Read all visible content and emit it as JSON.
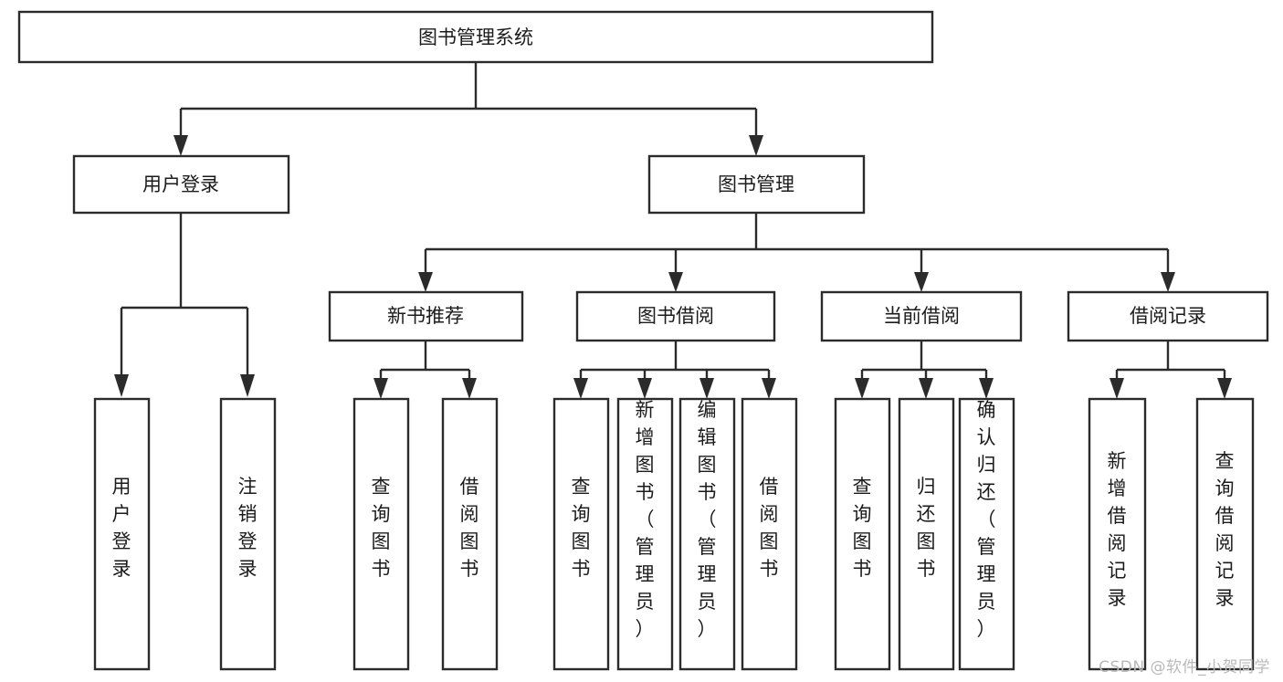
{
  "diagram": {
    "title": "图书管理系统",
    "type": "hierarchy-tree",
    "watermark": "CSDN @软件_小贺同学",
    "colors": {
      "background": "#ffffff",
      "box_stroke": "#2b2b2b",
      "box_fill": "#ffffff",
      "text": "#1b1b1b",
      "watermark_text": "#b9b9b9"
    },
    "levels": [
      {
        "level": 1,
        "orientation": "horizontal",
        "nodes": [
          {
            "id": "root",
            "label": "图书管理系统"
          }
        ]
      },
      {
        "level": 2,
        "orientation": "horizontal",
        "nodes": [
          {
            "id": "user-login",
            "label": "用户登录",
            "parent": "root"
          },
          {
            "id": "book-manage",
            "label": "图书管理",
            "parent": "root"
          }
        ]
      },
      {
        "level": 3,
        "orientation": "horizontal",
        "nodes": [
          {
            "id": "new-book-rec",
            "label": "新书推荐",
            "parent": "book-manage"
          },
          {
            "id": "book-borrow",
            "label": "图书借阅",
            "parent": "book-manage"
          },
          {
            "id": "current-borrow",
            "label": "当前借阅",
            "parent": "book-manage"
          },
          {
            "id": "borrow-record",
            "label": "借阅记录",
            "parent": "book-manage"
          }
        ]
      },
      {
        "level": 4,
        "orientation": "vertical",
        "nodes": [
          {
            "id": "leaf-user-login",
            "label": "用户登录",
            "parent": "user-login"
          },
          {
            "id": "leaf-logout",
            "label": "注销登录",
            "parent": "user-login"
          },
          {
            "id": "leaf-query-book-1",
            "label": "查询图书",
            "parent": "new-book-rec"
          },
          {
            "id": "leaf-borrow-book-1",
            "label": "借阅图书",
            "parent": "new-book-rec"
          },
          {
            "id": "leaf-query-book-2",
            "label": "查询图书",
            "parent": "book-borrow"
          },
          {
            "id": "leaf-add-book",
            "label": "新增图书（管理员）",
            "parent": "book-borrow"
          },
          {
            "id": "leaf-edit-book",
            "label": "编辑图书（管理员）",
            "parent": "book-borrow"
          },
          {
            "id": "leaf-borrow-book-2",
            "label": "借阅图书",
            "parent": "book-borrow"
          },
          {
            "id": "leaf-query-book-3",
            "label": "查询图书",
            "parent": "current-borrow"
          },
          {
            "id": "leaf-return-book",
            "label": "归还图书",
            "parent": "current-borrow"
          },
          {
            "id": "leaf-confirm-return",
            "label": "确认归还（管理员）",
            "parent": "current-borrow"
          },
          {
            "id": "leaf-add-record",
            "label": "新增借阅记录",
            "parent": "borrow-record"
          },
          {
            "id": "leaf-query-record",
            "label": "查询借阅记录",
            "parent": "borrow-record"
          }
        ]
      }
    ]
  }
}
